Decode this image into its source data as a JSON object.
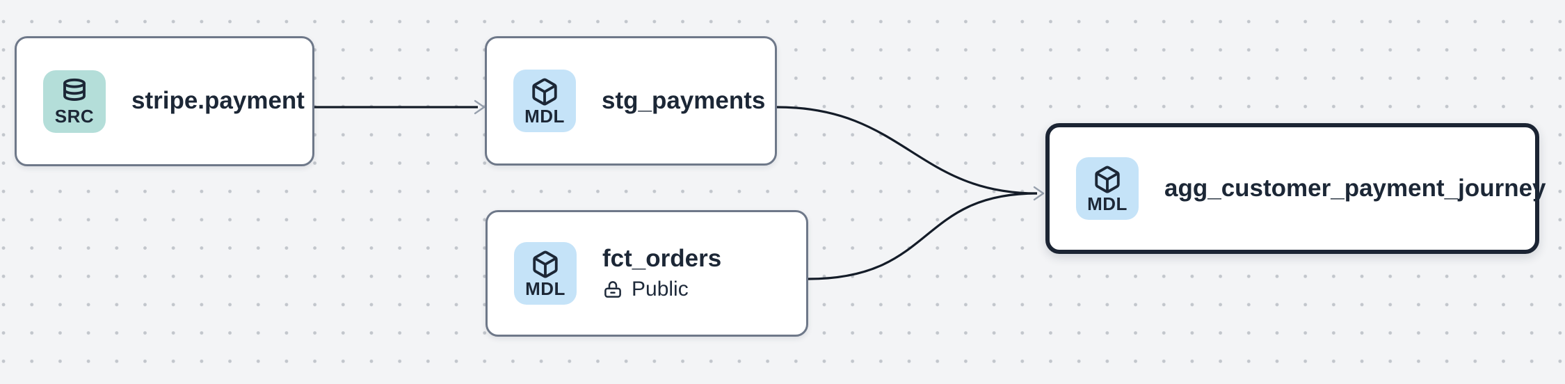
{
  "canvas": {
    "background_color": "#f3f4f6",
    "dot_color": "#c2c6cc"
  },
  "colors": {
    "node_background": "#ffffff",
    "node_border": "#6e7889",
    "selected_node_border": "#1b2433",
    "edge": "#141c28",
    "arrowhead": "#97a0ad",
    "text": "#1c2736",
    "src_badge_background": "#b4ded9",
    "mdl_badge_background": "#c5e3f8"
  },
  "nodes": [
    {
      "id": "stripe.payment",
      "title": "stripe.payment",
      "type_badge": "SRC",
      "badge_icon": "database-icon",
      "selected": false
    },
    {
      "id": "stg_payments",
      "title": "stg_payments",
      "type_badge": "MDL",
      "badge_icon": "cube-icon",
      "selected": false
    },
    {
      "id": "fct_orders",
      "title": "fct_orders",
      "type_badge": "MDL",
      "badge_icon": "cube-icon",
      "access_label": "Public",
      "access_icon": "unlock-icon",
      "selected": false
    },
    {
      "id": "agg_customer_payment_journey",
      "title": "agg_customer_payment_journey",
      "type_badge": "MDL",
      "badge_icon": "cube-icon",
      "selected": true
    }
  ],
  "edges": [
    {
      "from": "stripe.payment",
      "to": "stg_payments"
    },
    {
      "from": "stg_payments",
      "to": "agg_customer_payment_journey"
    },
    {
      "from": "fct_orders",
      "to": "agg_customer_payment_journey"
    }
  ]
}
